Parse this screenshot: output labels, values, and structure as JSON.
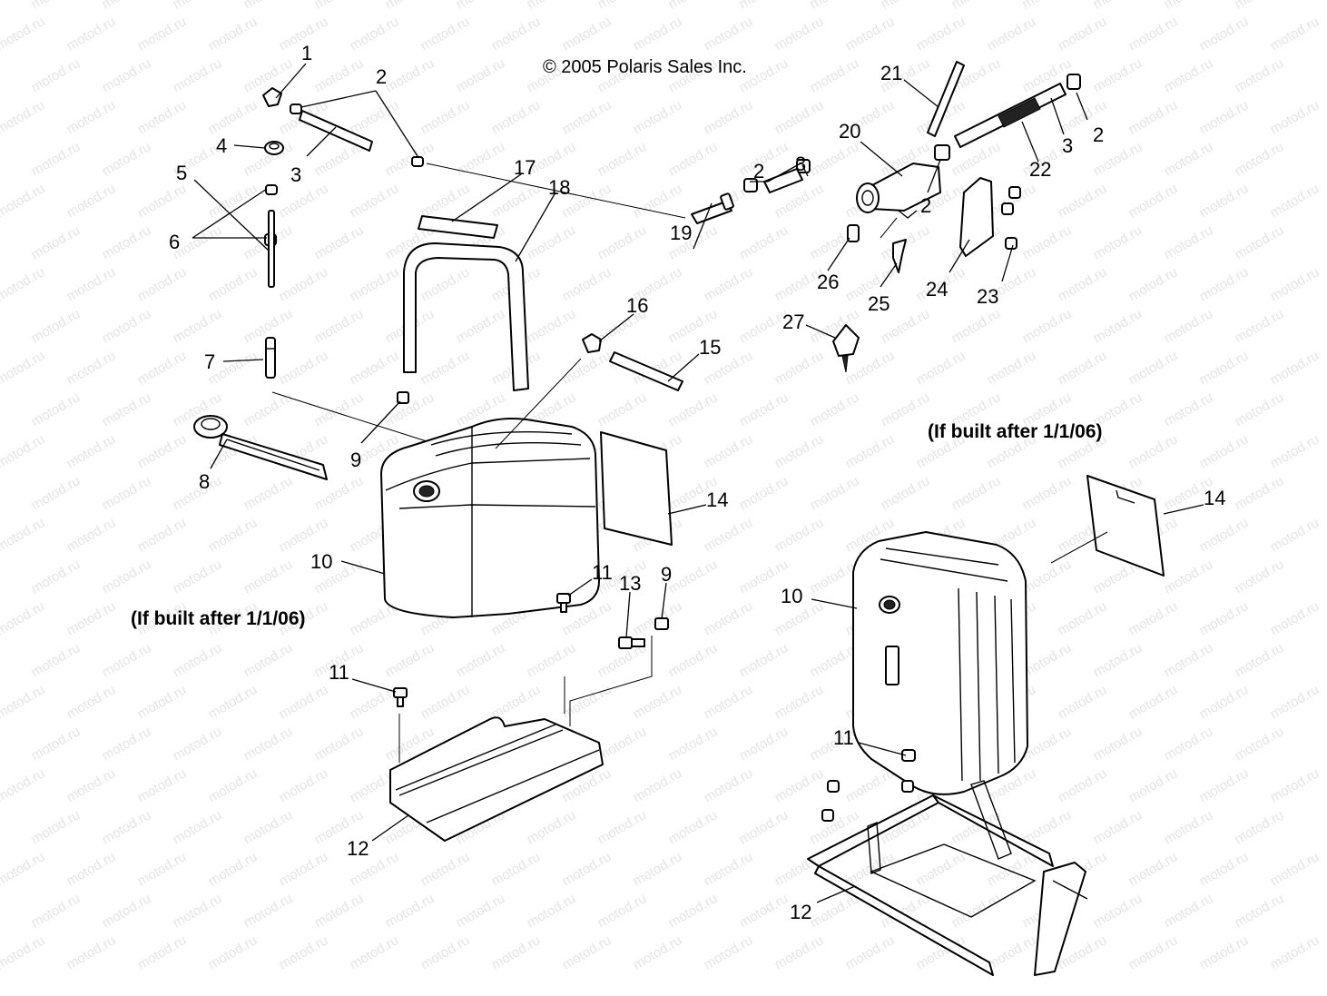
{
  "copyright": "© 2005 Polaris Sales Inc.",
  "watermark_text": "motod.ru",
  "notes": {
    "left": "(If built after 1/1/06)",
    "right": "(If built after 1/1/06)"
  },
  "callouts": {
    "c1": "1",
    "c2a": "2",
    "c3a": "3",
    "c4": "4",
    "c5": "5",
    "c6": "6",
    "c7": "7",
    "c8": "8",
    "c9a": "9",
    "c10a": "10",
    "c11a": "11",
    "c11b": "11",
    "c12a": "12",
    "c13": "13",
    "c9b": "9",
    "c14a": "14",
    "c15": "15",
    "c16": "16",
    "c17": "17",
    "c18": "18",
    "c19": "19",
    "c2b": "2",
    "c3b": "3",
    "c20": "20",
    "c21": "21",
    "c22": "22",
    "c3c": "3",
    "c2c": "2",
    "c2d": "2",
    "c23": "23",
    "c24": "24",
    "c25": "25",
    "c26": "26",
    "c27": "27",
    "c14b": "14",
    "c10b": "10",
    "c11c": "11",
    "c12b": "12"
  },
  "colors": {
    "line": "#000000",
    "background": "#ffffff",
    "watermark": "#e4e4e4"
  }
}
